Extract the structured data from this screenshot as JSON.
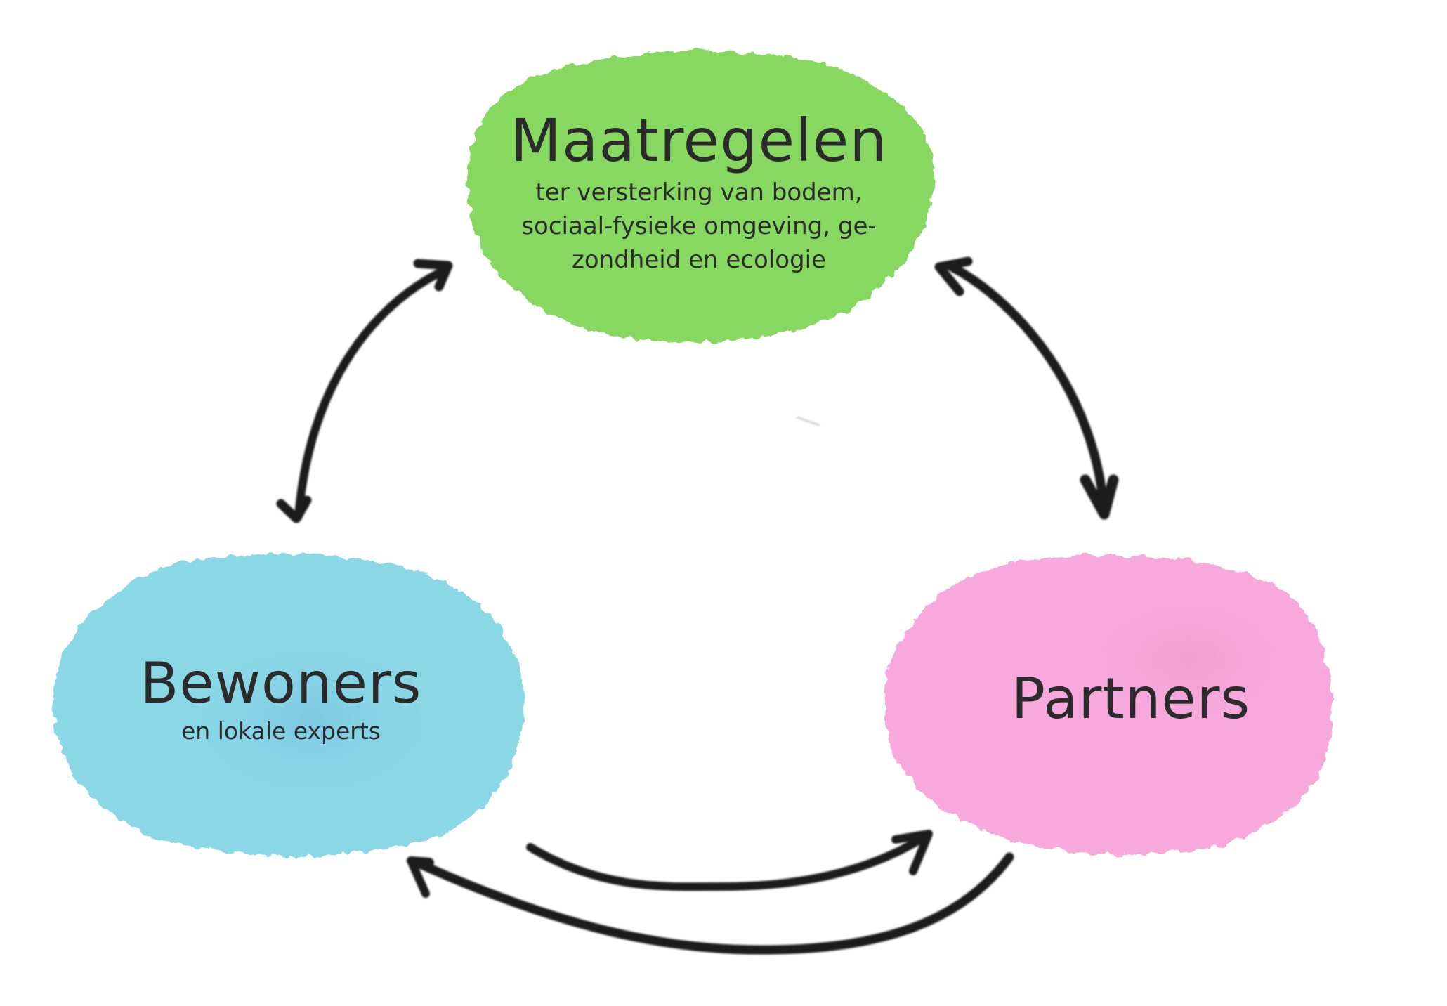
{
  "diagram": {
    "type": "cycle",
    "nodes": [
      {
        "id": "maatregelen",
        "title": "Maatregelen",
        "subtitle_lines": [
          "ter versterking van bodem,",
          "sociaal-fysieke omgeving, ge-",
          "zondheid en ecologie"
        ],
        "color": "#86d860"
      },
      {
        "id": "bewoners",
        "title": "Bewoners",
        "subtitle_lines": [
          "en lokale experts"
        ],
        "color": "#8ad8e6"
      },
      {
        "id": "partners",
        "title": "Partners",
        "subtitle_lines": [],
        "color": "#f7a8dc"
      }
    ],
    "edges": [
      {
        "from": "maatregelen",
        "to": "bewoners",
        "direction": "bidirectional"
      },
      {
        "from": "maatregelen",
        "to": "partners",
        "direction": "bidirectional"
      },
      {
        "from": "bewoners",
        "to": "partners",
        "direction": "one-way"
      },
      {
        "from": "partners",
        "to": "bewoners",
        "direction": "one-way"
      }
    ],
    "arrow_color": "#1a1a1a"
  }
}
